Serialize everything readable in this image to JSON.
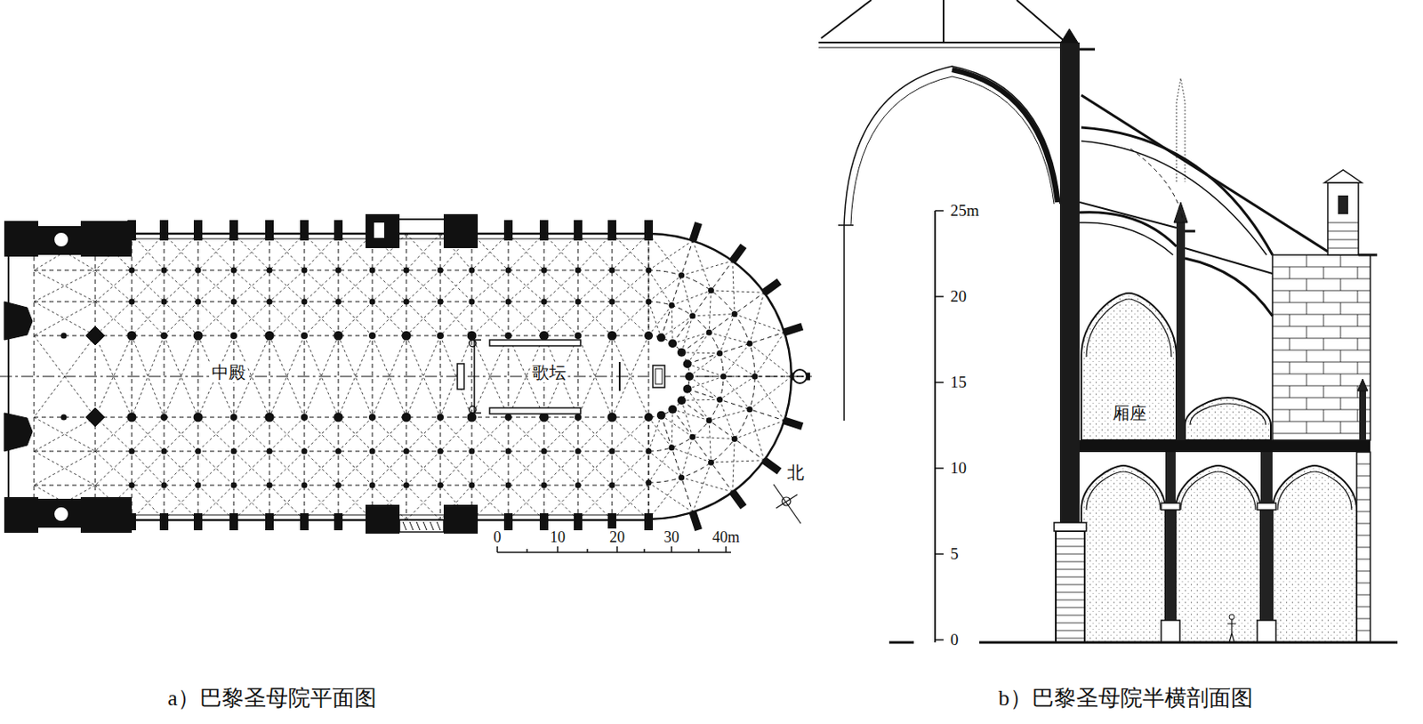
{
  "diagram": {
    "labels": [
      "中殿",
      "歌坛",
      "北",
      "0",
      "10",
      "20",
      "30",
      "40m",
      "25m",
      "20",
      "15",
      "10",
      "5",
      "0",
      "厢座",
      "a）巴黎圣母院平面图",
      "b）巴黎圣母院半横剖面图"
    ]
  }
}
